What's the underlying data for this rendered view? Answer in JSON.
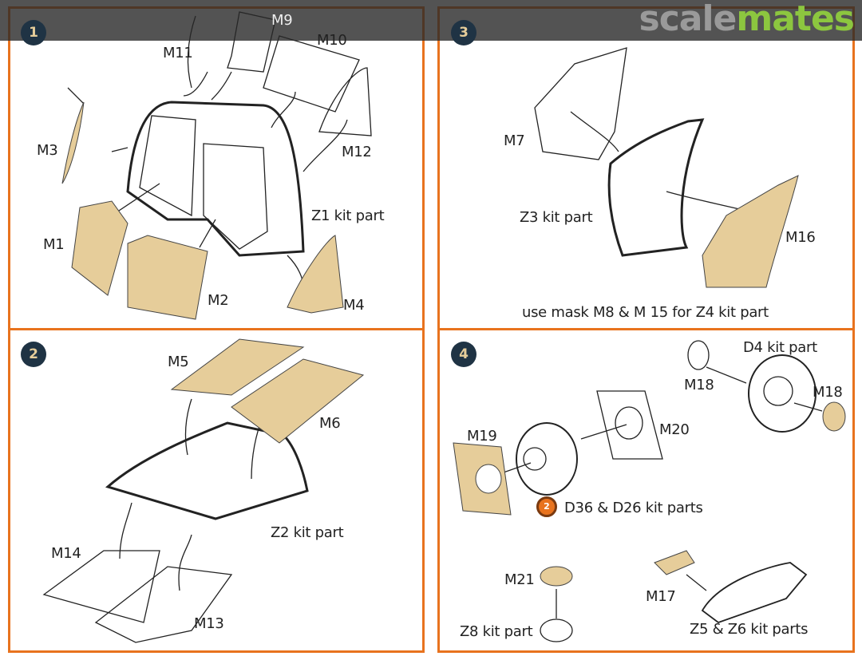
{
  "logo": {
    "part1": "scale",
    "part2": "mates"
  },
  "colors": {
    "border": "#e8731e",
    "mask": "#e6cd9a",
    "step": "#1f3344",
    "logo_green": "#8cc63f"
  },
  "steps": [
    {
      "number": "1",
      "labels": [
        "M9",
        "M10",
        "M11",
        "M3",
        "M12",
        "Z1 kit part",
        "M1",
        "M2",
        "M4"
      ]
    },
    {
      "number": "2",
      "labels": [
        "M5",
        "M6",
        "Z2 kit part",
        "M14",
        "M13"
      ]
    },
    {
      "number": "3",
      "labels": [
        "M7",
        "Z3 kit part",
        "M16"
      ],
      "note": "use mask M8 & M 15 for Z4 kit part"
    },
    {
      "number": "4",
      "labels": [
        "D4 kit part",
        "M18",
        "M18",
        "M20",
        "M19",
        "D36 & D26 kit parts",
        "M21",
        "M17",
        "Z8 kit part",
        "Z5 & Z6 kit parts"
      ],
      "icon_text": "2"
    }
  ]
}
